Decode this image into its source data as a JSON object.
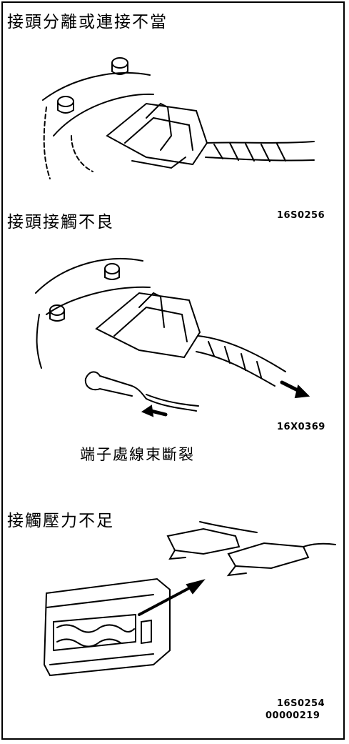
{
  "sections": [
    {
      "heading": "接頭分離或連接不當",
      "code": ""
    },
    {
      "heading": "接頭接觸不良",
      "code": "16S0256"
    },
    {
      "heading": "",
      "code": "16X0369",
      "caption": "端子處線束斷裂"
    },
    {
      "heading": "接觸壓力不足",
      "code": "16S0254",
      "code2": "00000219"
    }
  ]
}
